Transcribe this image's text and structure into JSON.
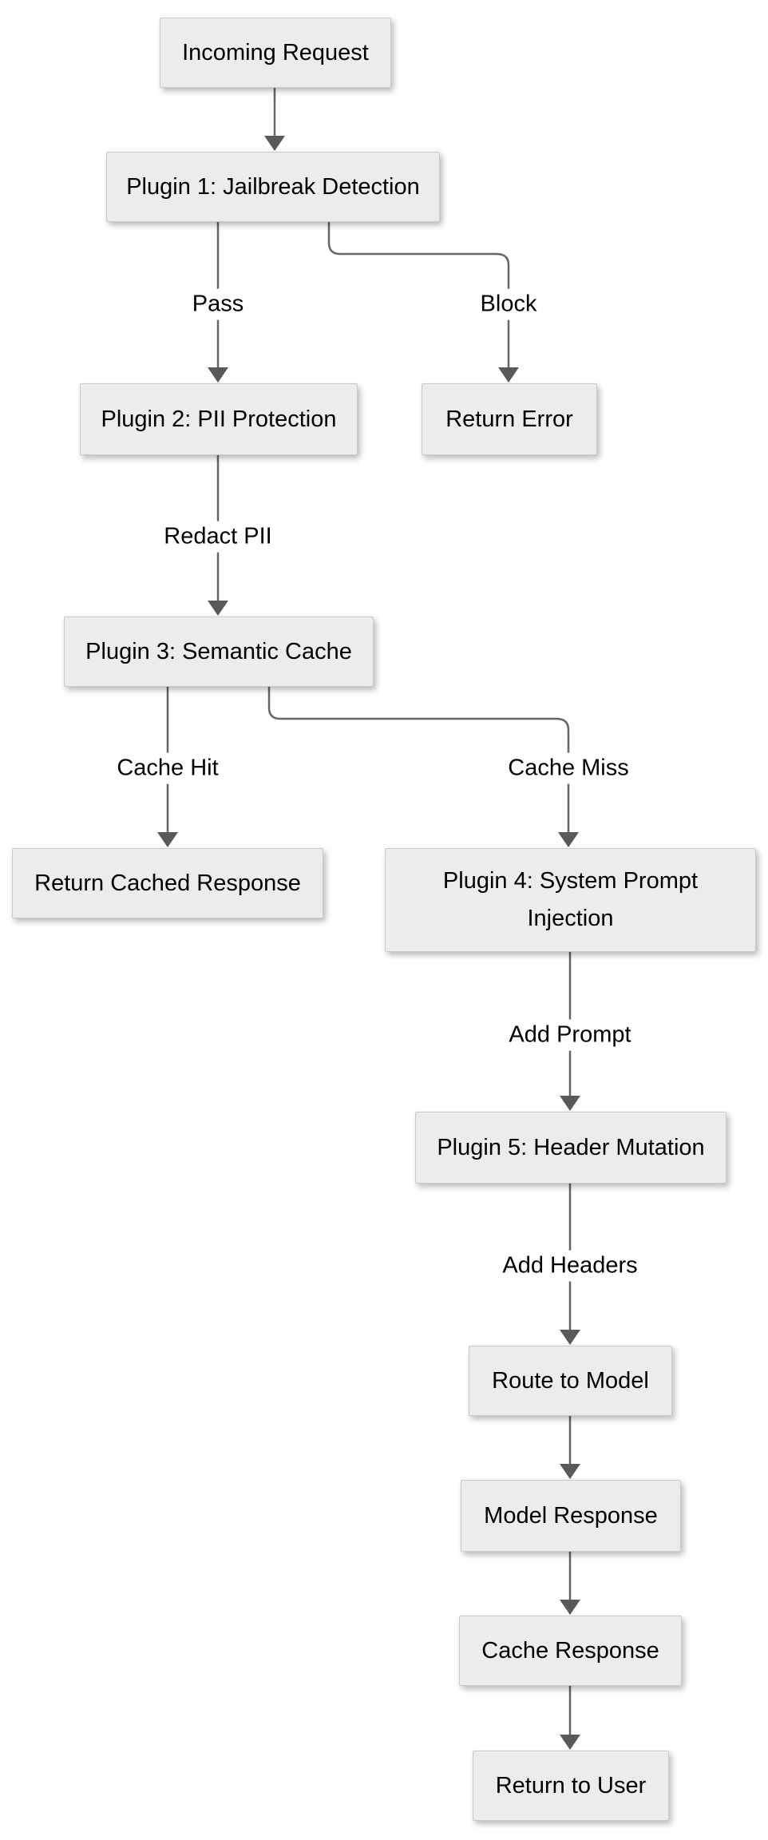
{
  "diagram": {
    "type": "flowchart",
    "direction": "top-down",
    "colors": {
      "background": "#ffffff",
      "node_fill": "#ececec",
      "node_border": "#c9c9c9",
      "edge_line": "#666666",
      "arrowhead": "#58595b",
      "text": "#000000"
    },
    "nodes": {
      "incoming": {
        "label": "Incoming Request"
      },
      "plugin1": {
        "label": "Plugin 1: Jailbreak Detection"
      },
      "plugin2": {
        "label": "Plugin 2: PII Protection"
      },
      "return_error": {
        "label": "Return Error"
      },
      "plugin3": {
        "label": "Plugin 3: Semantic Cache"
      },
      "return_cached": {
        "label": "Return Cached Response"
      },
      "plugin4": {
        "label": "Plugin 4: System Prompt Injection"
      },
      "plugin5": {
        "label": "Plugin 5: Header Mutation"
      },
      "route_model": {
        "label": "Route to Model"
      },
      "model_response": {
        "label": "Model Response"
      },
      "cache_response": {
        "label": "Cache Response"
      },
      "return_user": {
        "label": "Return to User"
      }
    },
    "edge_labels": {
      "pass": "Pass",
      "block": "Block",
      "redact_pii": "Redact PII",
      "cache_hit": "Cache Hit",
      "cache_miss": "Cache Miss",
      "add_prompt": "Add Prompt",
      "add_headers": "Add Headers"
    }
  }
}
